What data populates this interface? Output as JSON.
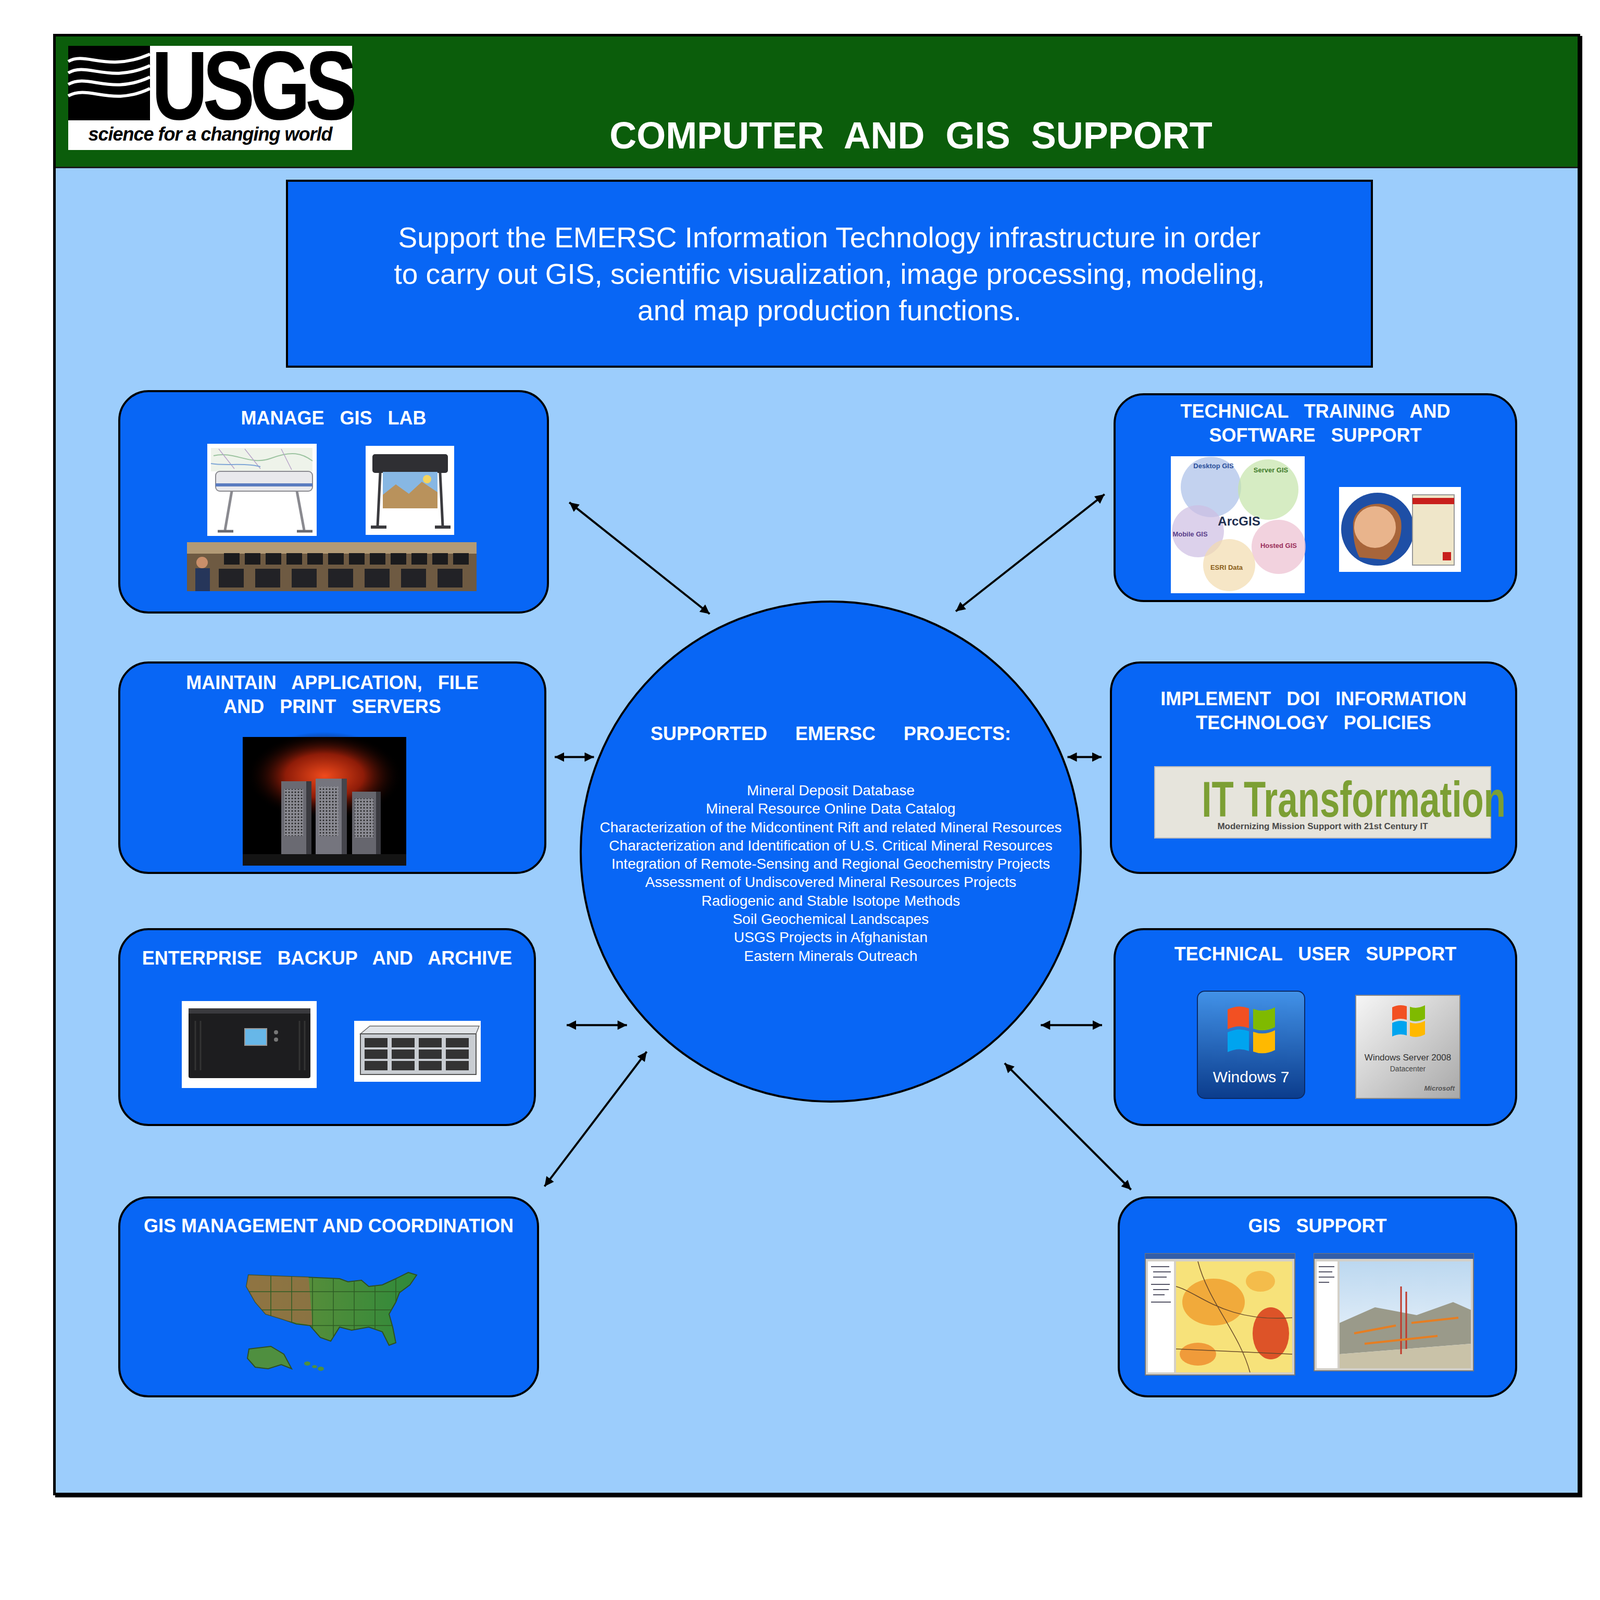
{
  "diagram": {
    "title": "COMPUTER AND GIS SUPPORT",
    "nodes": [
      {
        "text": [
          "Support the EMERSC Information Technology infrastructure in order to carry out GIS, scientific visualization, image processing, modeling, and map production functions."
        ]
      },
      {
        "text": [
          "MANAGE GIS LAB"
        ]
      },
      {
        "text": [
          "TECHNICAL TRAINING AND SOFTWARE SUPPORT"
        ]
      },
      {
        "text": [
          "MAINTAIN APPLICATION, FILE AND PRINT SERVERS"
        ]
      },
      {
        "text": [
          "IMPLEMENT DOI INFORMATION TECHNOLOGY POLICIES"
        ]
      },
      {
        "text": [
          "SUPPORTED EMERSC PROJECTS:",
          "Mineral Deposit Database",
          "Mineral Resource Online Data Catalog",
          "Characterization of the Midcontinent Rift and related Mineral Resources",
          "Characterization and Identification of U.S. Critical Mineral Resources",
          "Integration of Remote-Sensing and Regional Geochemistry Projects",
          "Assessment of Undiscovered Mineral Resources Projects",
          "Radiogenic and Stable Isotope Methods",
          "Soil Geochemical Landscapes",
          "USGS Projects in Afghanistan",
          "Eastern Minerals Outreach"
        ]
      },
      {
        "text": [
          "ENTERPRISE BACKUP AND ARCHIVE"
        ]
      },
      {
        "text": [
          "TECHNICAL USER SUPPORT"
        ]
      },
      {
        "text": [
          "GIS MANAGEMENT AND COORDINATION"
        ]
      },
      {
        "text": [
          "GIS SUPPORT"
        ]
      }
    ],
    "edges": [
      {
        "from": 5,
        "to": 1,
        "arrow": "both"
      },
      {
        "from": 5,
        "to": 2,
        "arrow": "both"
      },
      {
        "from": 5,
        "to": 3,
        "arrow": "both"
      },
      {
        "from": 5,
        "to": 4,
        "arrow": "both"
      },
      {
        "from": 5,
        "to": 6,
        "arrow": "both"
      },
      {
        "from": 5,
        "to": 7,
        "arrow": "both"
      },
      {
        "from": 5,
        "to": 8,
        "arrow": "both"
      },
      {
        "from": 5,
        "to": 9,
        "arrow": "both"
      }
    ],
    "labels": [
      "USGS",
      "science for a changing world",
      "ArcGIS",
      "Desktop GIS",
      "Server GIS",
      "Mobile GIS",
      "Hosted GIS",
      "ESRI Data",
      "IT Transformation",
      "Modernizing Mission Support with 21st Century IT",
      "Windows 7",
      "Windows Server 2008",
      "Datacenter",
      "Microsoft"
    ]
  }
}
